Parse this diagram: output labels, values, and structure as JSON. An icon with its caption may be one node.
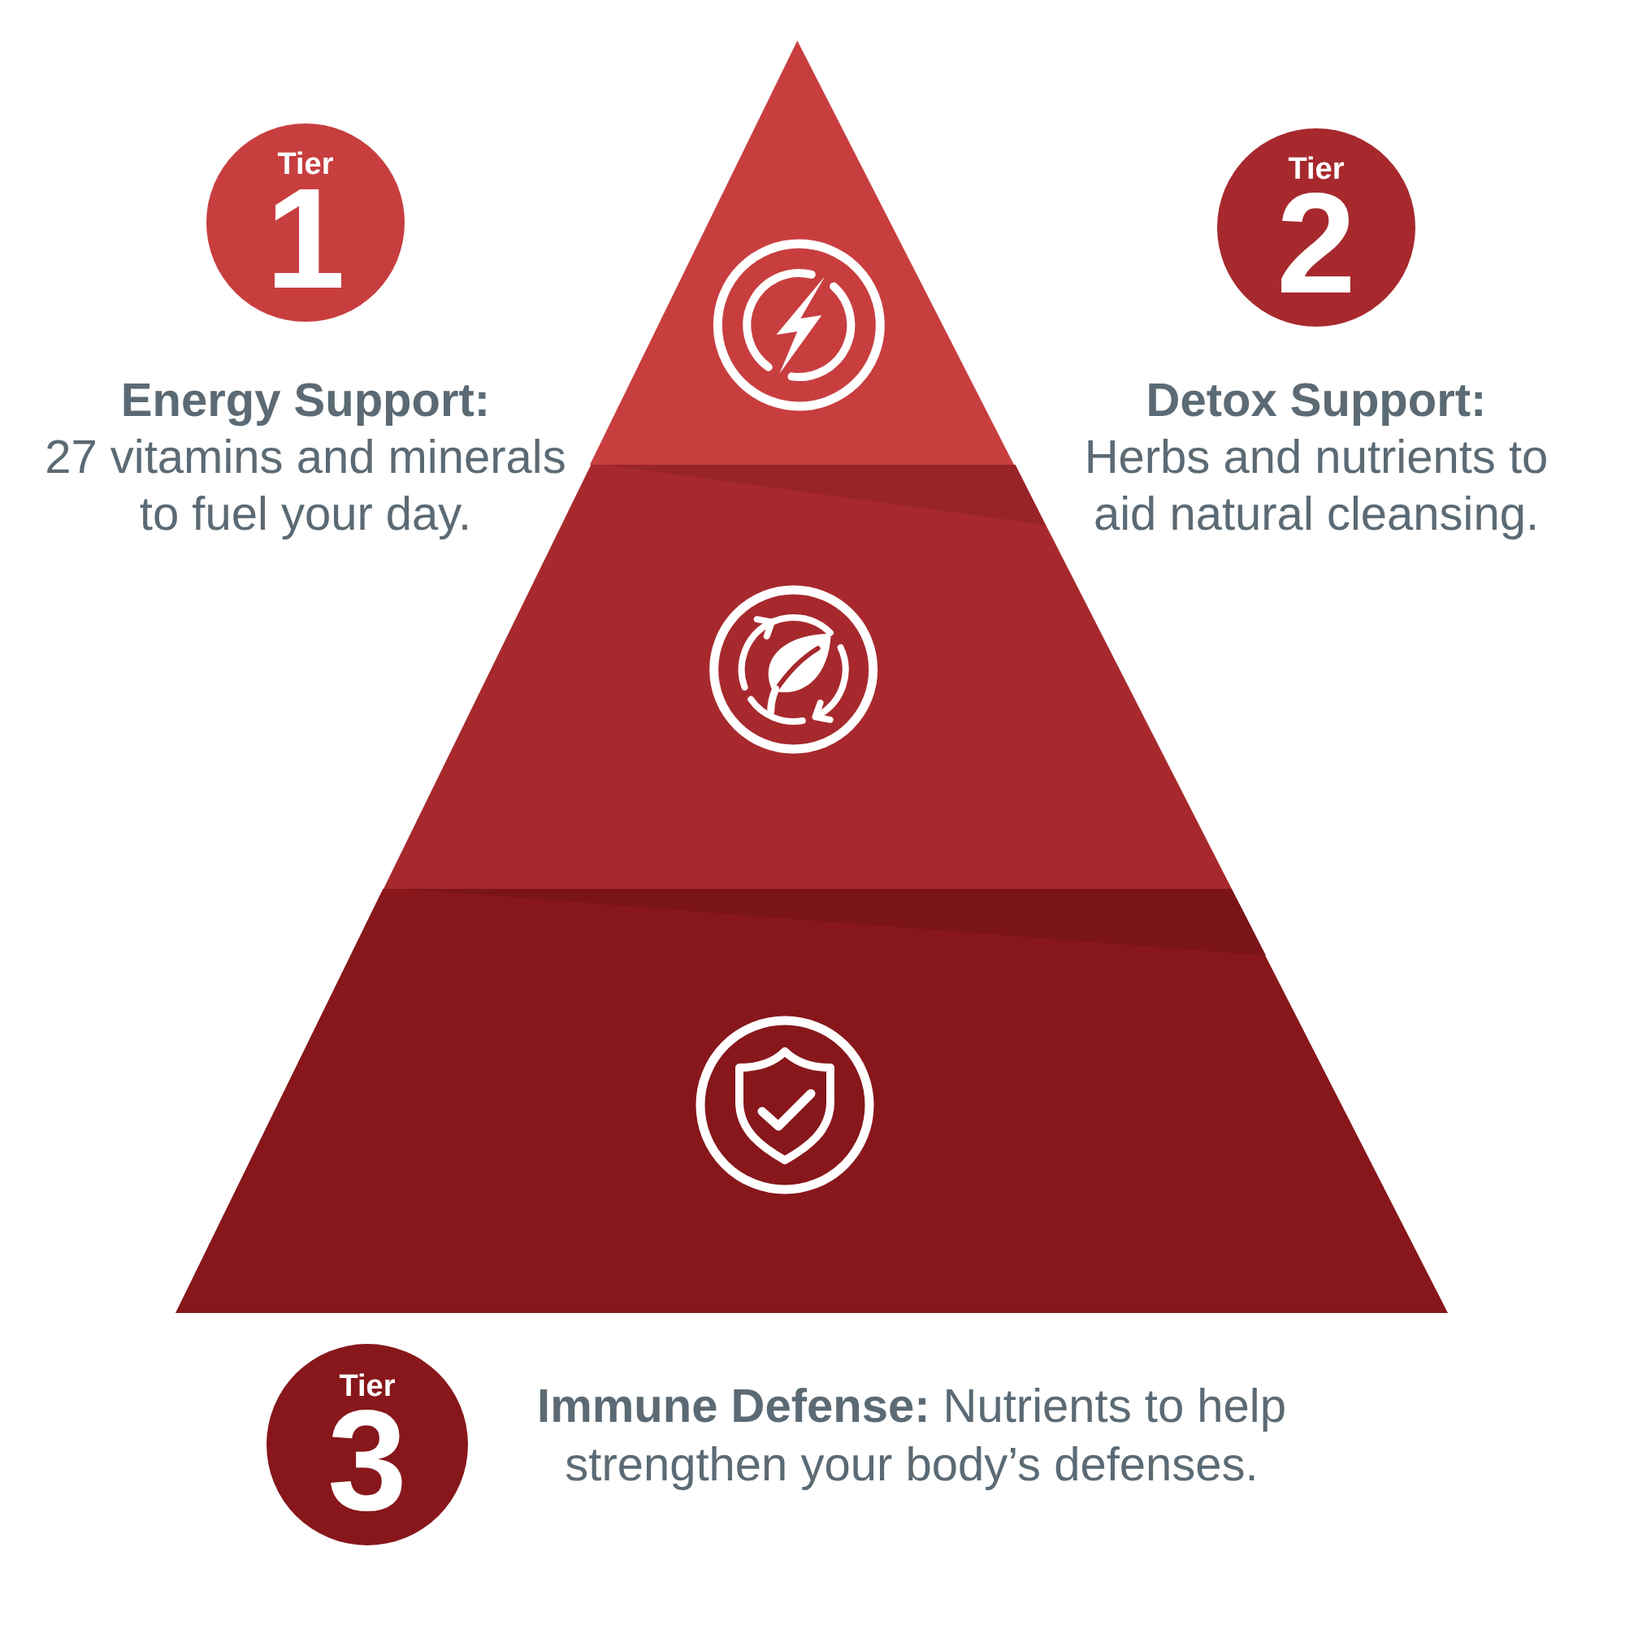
{
  "diagram": {
    "nodes": [
      {
        "text": [
          "Tier",
          "1"
        ],
        "beside": [
          "Energy Support:",
          "27 vitamins and minerals to fuel your day."
        ]
      },
      {
        "text": [],
        "shape": "triangle"
      },
      {
        "text": [
          "Tier",
          "2"
        ],
        "beside": [
          "Detox Support:",
          "Herbs and nutrients to aid natural cleansing."
        ]
      },
      {
        "text": [],
        "shape": "trapezoid"
      },
      {
        "text": [],
        "shape": "trapezoid"
      },
      {
        "text": [
          "Tier",
          "3"
        ],
        "beside": [
          "**Immune Defense:** Nutrients to help strengthen your body’s defenses."
        ]
      }
    ]
  }
}
